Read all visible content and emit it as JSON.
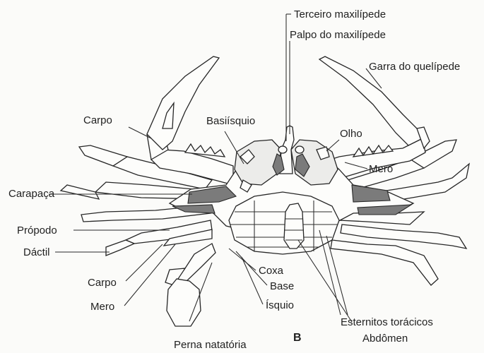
{
  "figure": {
    "panel_letter": "B",
    "labels": {
      "terceiro_maxilipede": "Terceiro maxilípede",
      "palpo_maxilipede": "Palpo do maxilípede",
      "garra_quelipede": "Garra do quelípede",
      "carpo_top": "Carpo",
      "basiisquio": "Basiísquio",
      "olho": "Olho",
      "mero_right": "Mero",
      "carapaca": "Carapaça",
      "propodo": "Própodo",
      "dactil": "Dáctil",
      "carpo_bottom": "Carpo",
      "mero_bottom": "Mero",
      "coxa": "Coxa",
      "base": "Base",
      "isquio": "Ísquio",
      "esternitos": "Esternitos torácicos",
      "abdomen": "Abdômen",
      "perna_natatoria": "Perna natatória"
    }
  }
}
